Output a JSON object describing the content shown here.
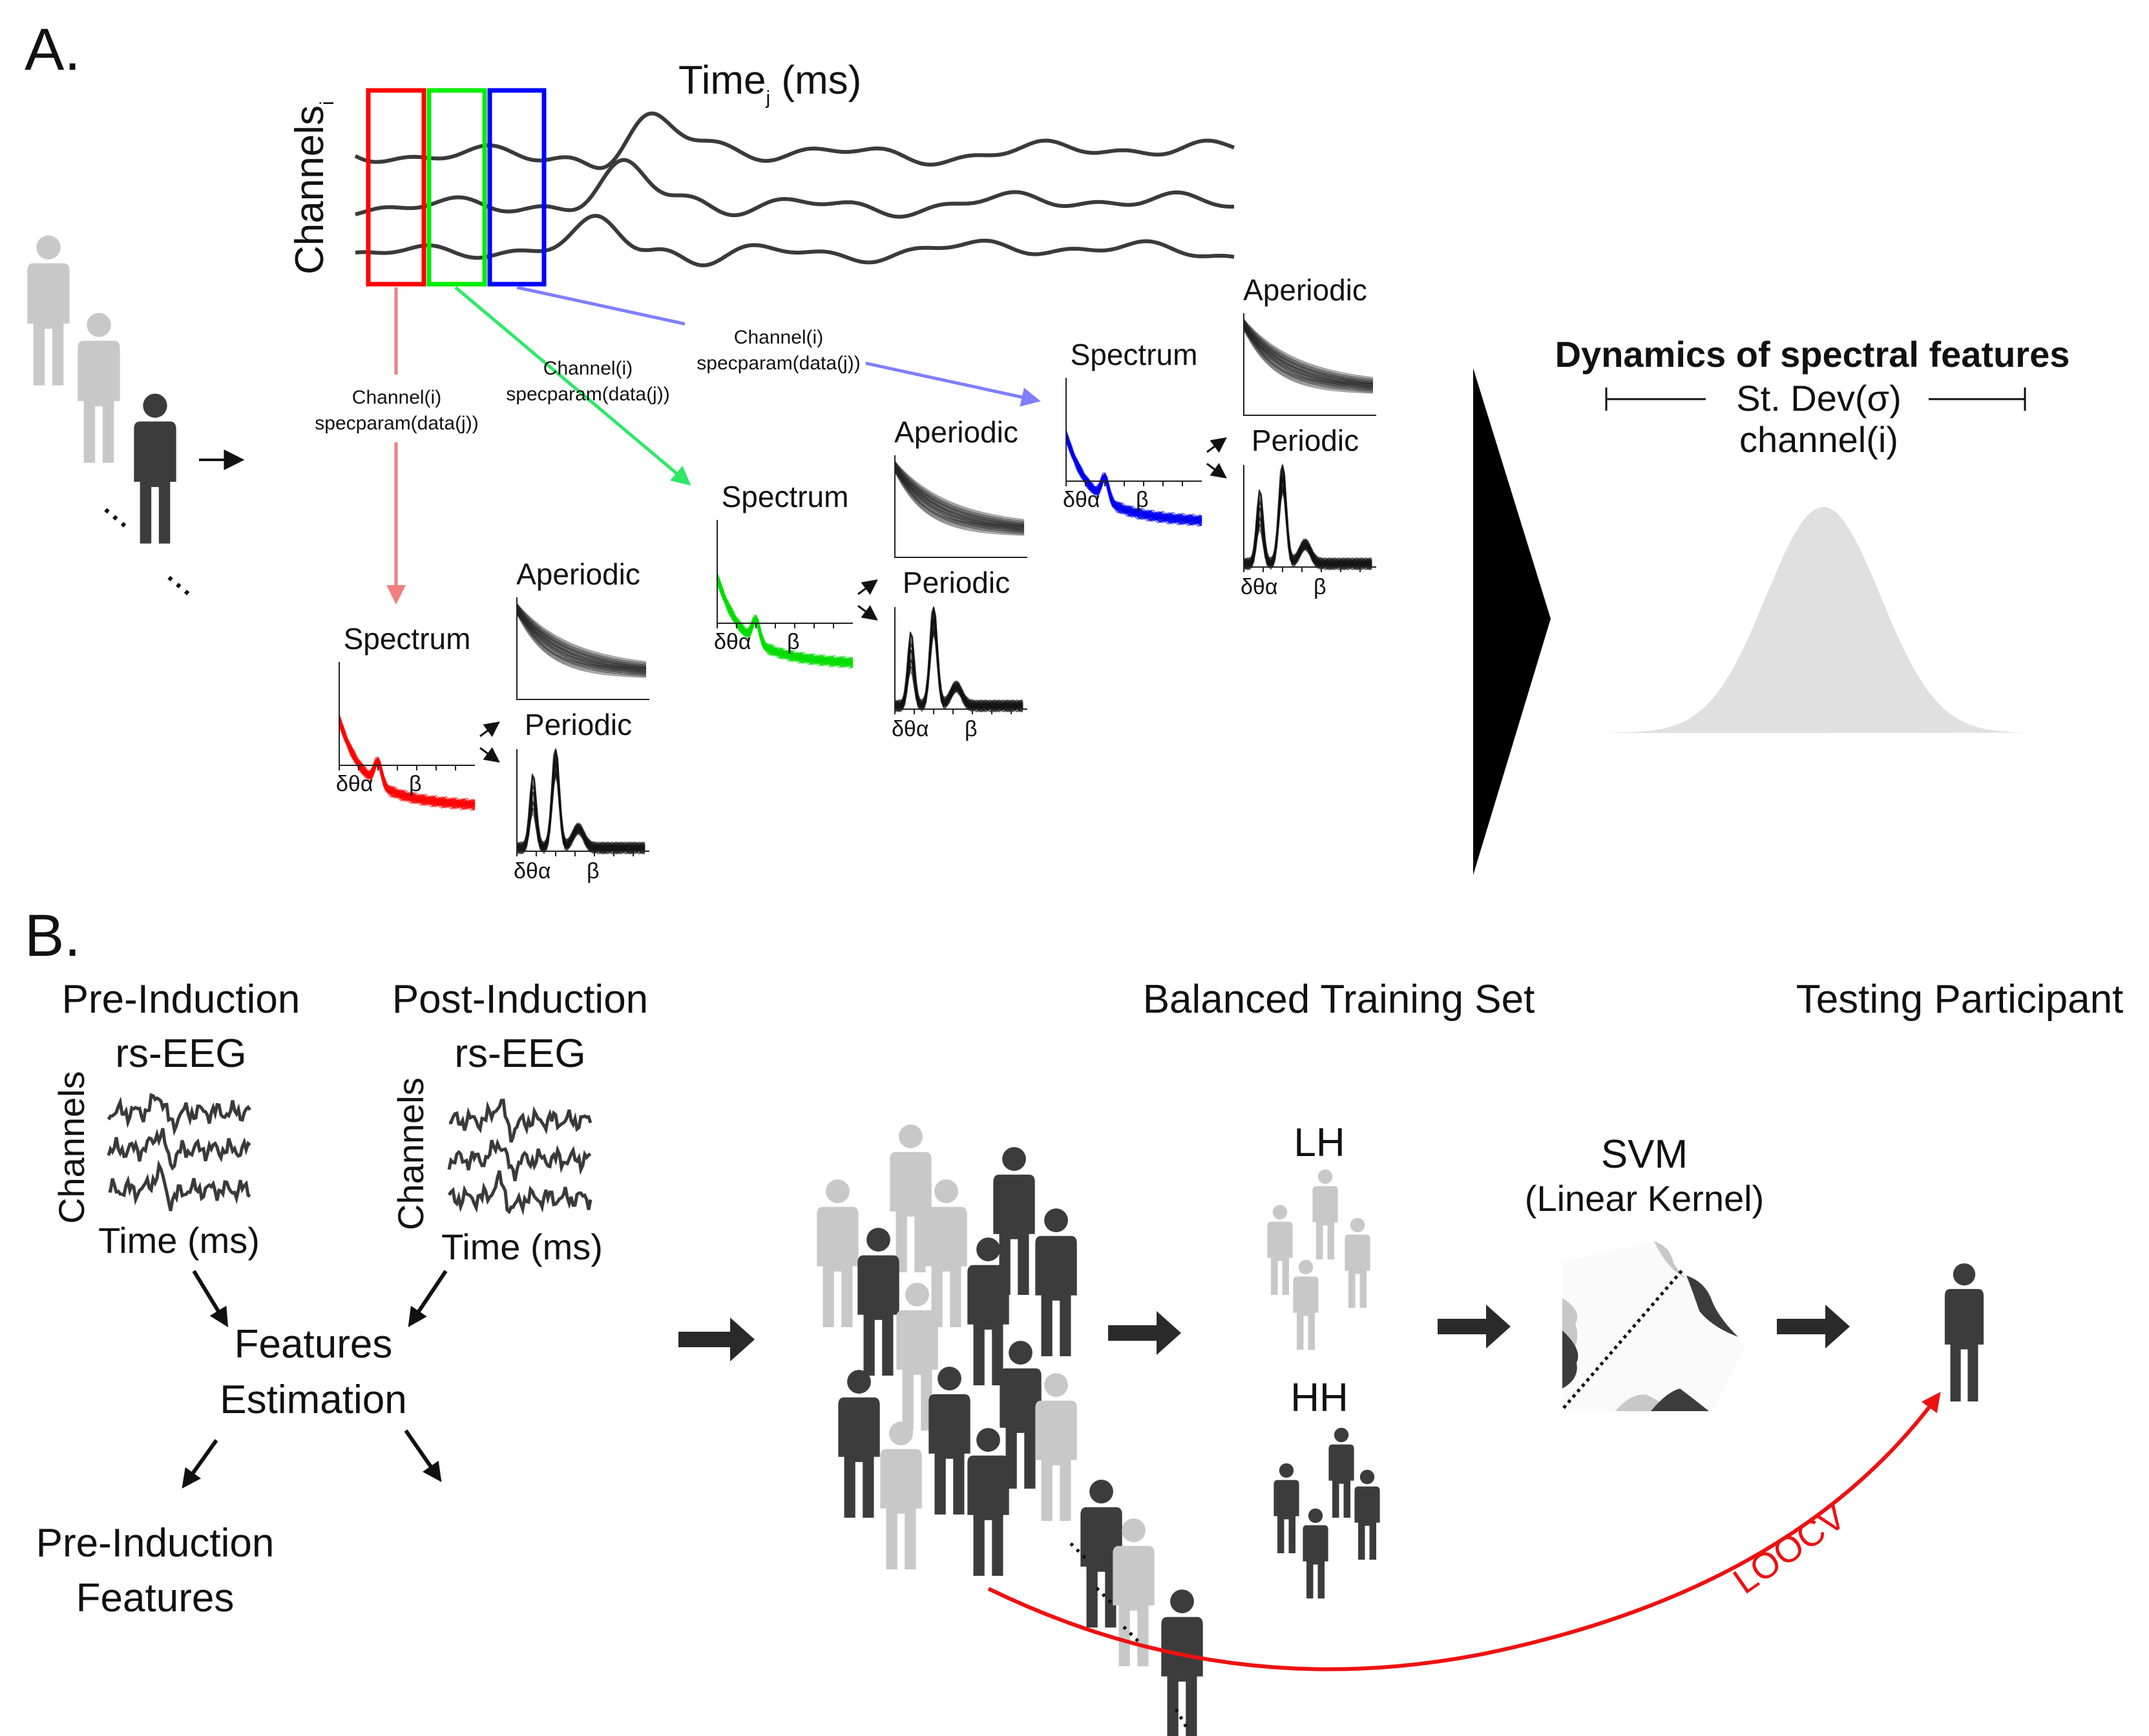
{
  "panel_a": {
    "label": "A.",
    "time_label": "Time",
    "time_sub": "j",
    "time_unit": " (ms)",
    "channels_label": "Channels",
    "channels_sub": "i",
    "annotations": [
      {
        "line1": "Channel(i)",
        "line2": "specparam(data(j))",
        "color": "#f08080"
      },
      {
        "line1": "Channel(i)",
        "line2": "specparam(data(j))",
        "color": "#2ee866"
      },
      {
        "line1": "Channel(i)",
        "line2": "specparam(data(j))",
        "color": "#7f7fff"
      }
    ],
    "spectra": [
      {
        "spectrum": "Spectrum",
        "aperiodic": "Aperiodic",
        "periodic": "Periodic",
        "color": "#ff0000",
        "ticks": [
          "δθα",
          "β"
        ]
      },
      {
        "spectrum": "Spectrum",
        "aperiodic": "Aperiodic",
        "periodic": "Periodic",
        "color": "#00dd00",
        "ticks": [
          "δθα",
          "β"
        ]
      },
      {
        "spectrum": "Spectrum",
        "aperiodic": "Aperiodic",
        "periodic": "Periodic",
        "color": "#0000ee",
        "ticks": [
          "δθα",
          "β"
        ]
      }
    ],
    "window_colors": [
      "#ff0000",
      "#00ee00",
      "#0000ff"
    ],
    "dynamics": {
      "title": "Dynamics of spectral features",
      "stdev": "St. Dev(σ)",
      "channel": "channel(i)"
    }
  },
  "panel_b": {
    "label": "B.",
    "pre": {
      "title1": "Pre-Induction",
      "title2": "rs-EEG",
      "channels": "Channels",
      "time": "Time (ms)"
    },
    "post": {
      "title1": "Post-Induction",
      "title2": "rs-EEG",
      "channels": "Channels",
      "time": "Time (ms)"
    },
    "features1": "Features",
    "features2": "Estimation",
    "pre_features1": "Pre-Induction",
    "pre_features2": "Features",
    "balanced": "Balanced Training Set",
    "testing": "Testing Participant",
    "lh": "LH",
    "hh": "HH",
    "svm": "SVM",
    "kernel": "(Linear Kernel)",
    "loocv": "LOOCV",
    "colors": {
      "light": "#c8c8c8",
      "dark": "#3c3c3c",
      "loocv": "#ee1111"
    }
  }
}
